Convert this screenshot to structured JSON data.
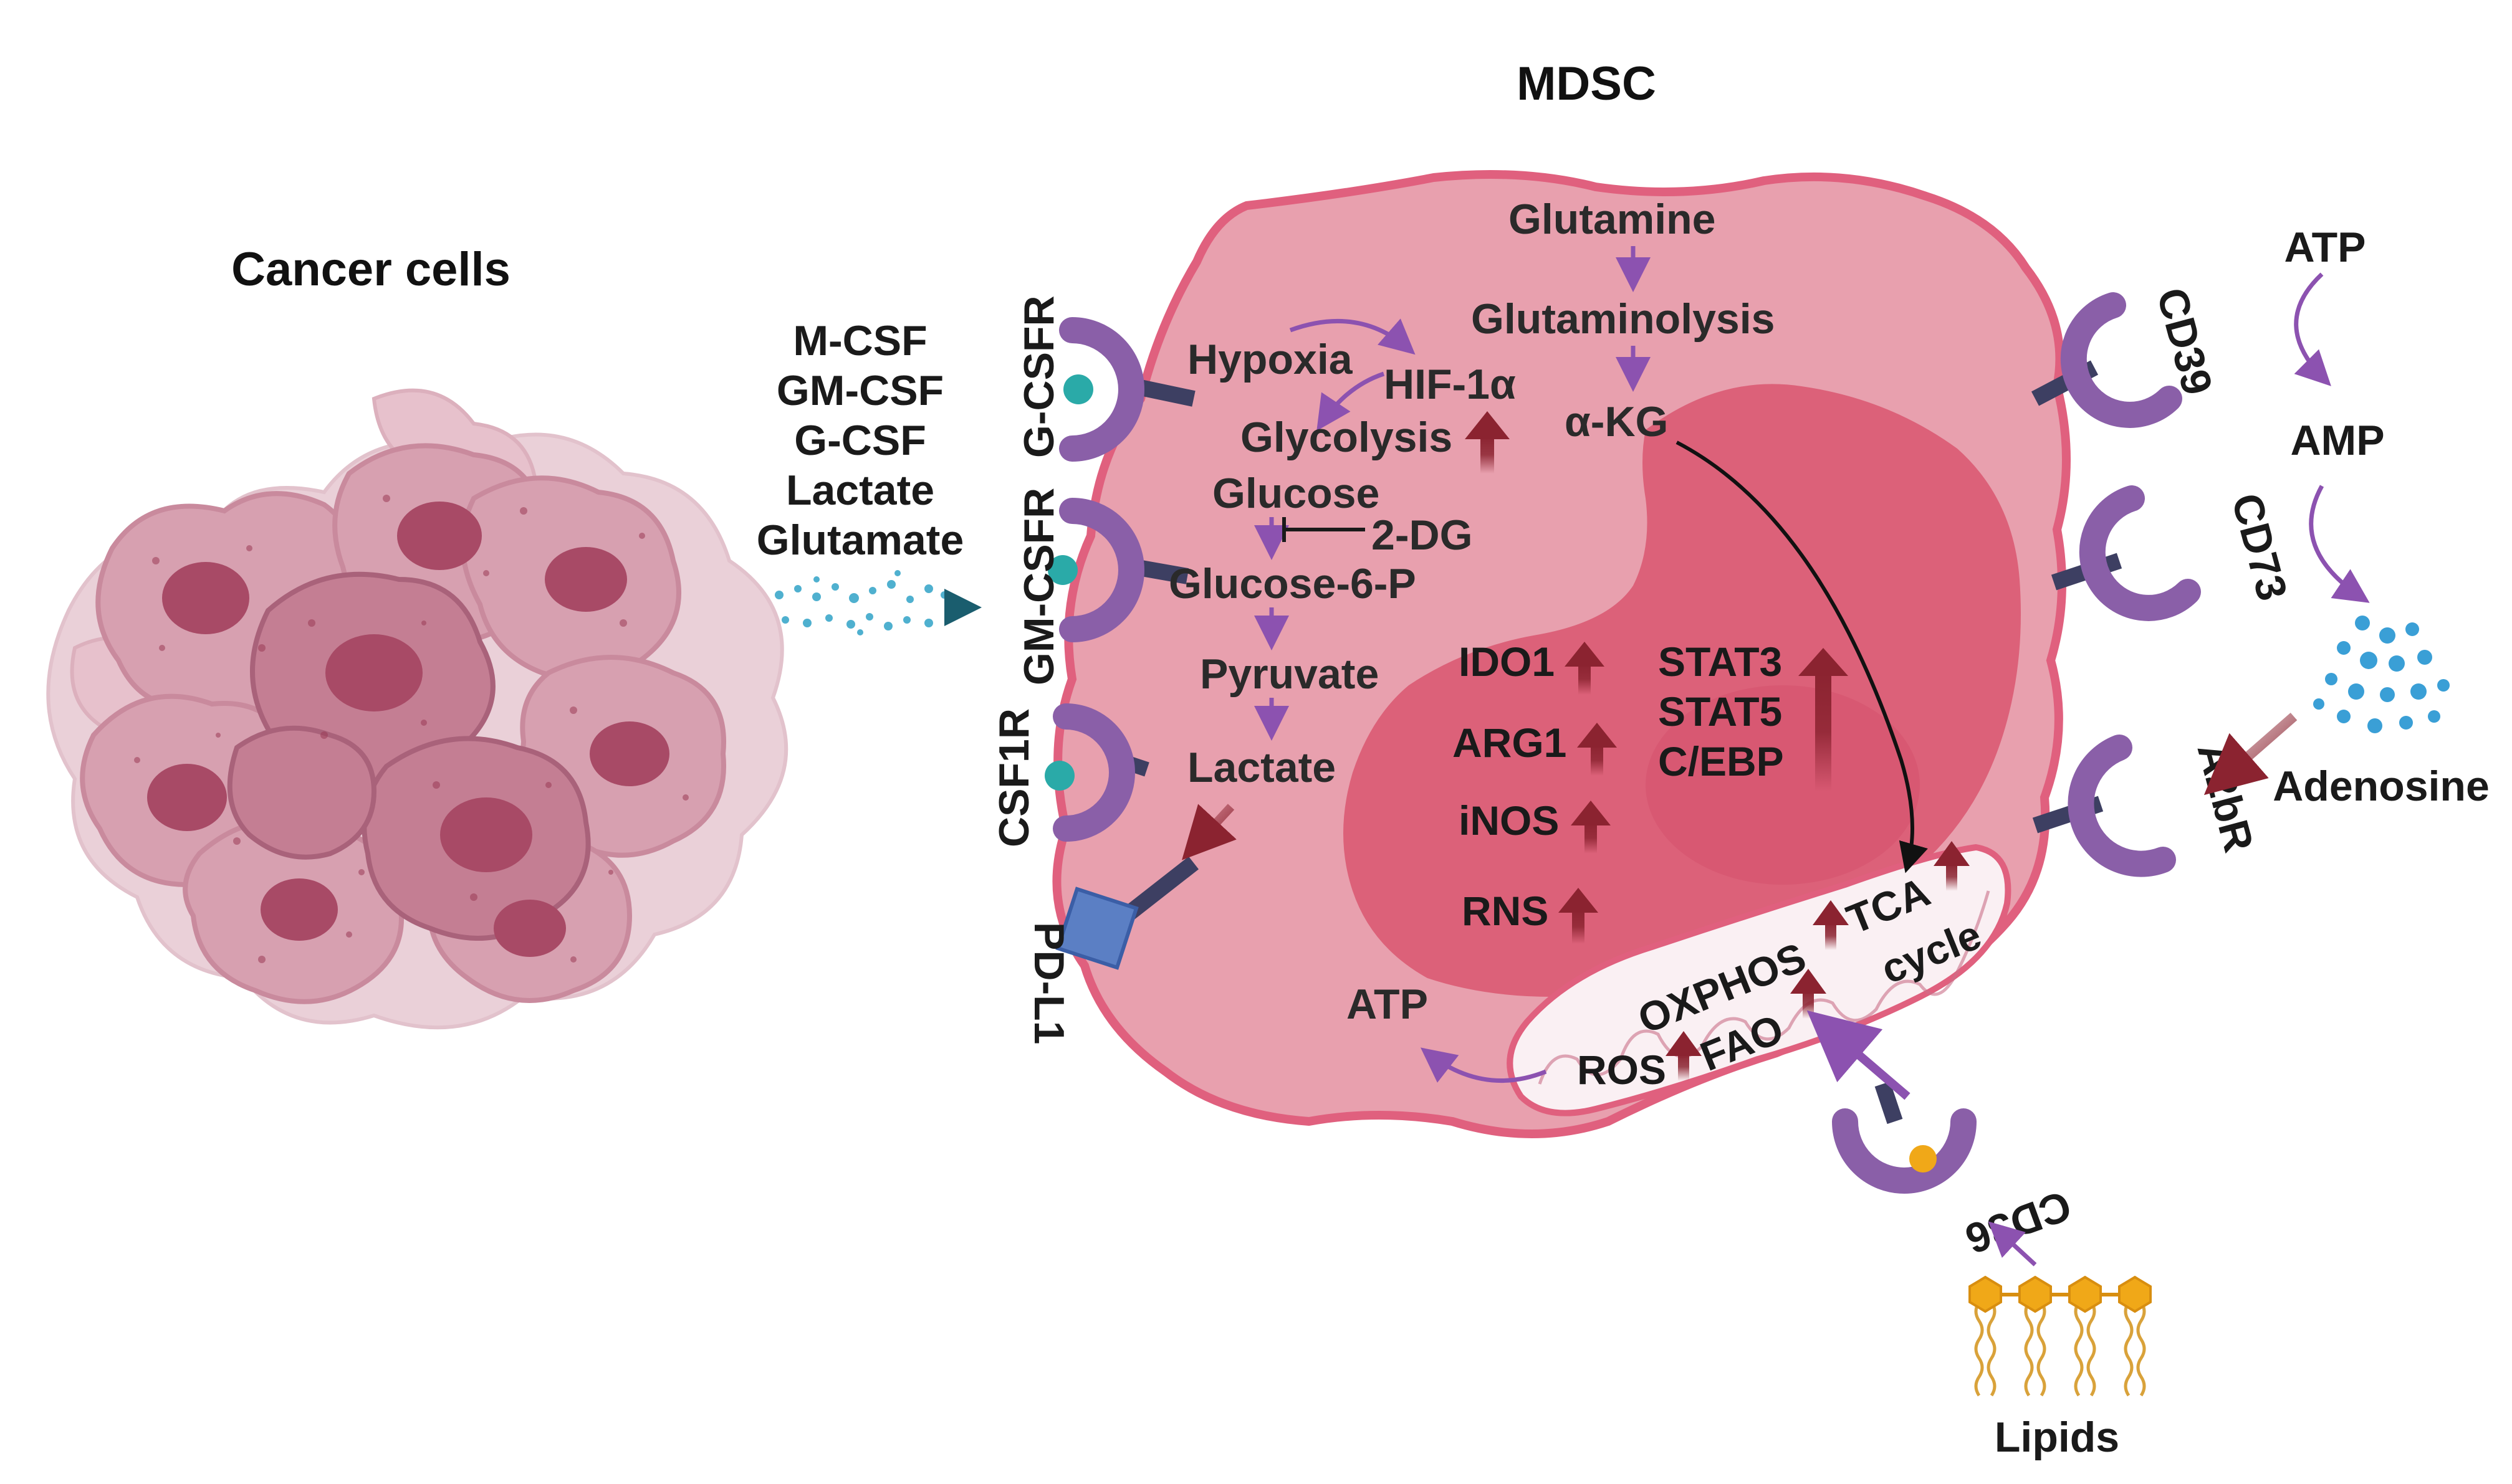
{
  "title": "MDSC",
  "cancer": {
    "label": "Cancer cells"
  },
  "secreted": [
    "M-CSF",
    "GM-CSF",
    "G-CSF",
    "Lactate",
    "Glutamate"
  ],
  "receptors": {
    "g_csfr": "G-CSFR",
    "gm_csfr": "GM-CSFR",
    "csf1r": "CSF1R",
    "pd_l1": "PD-L1",
    "cd39": "CD39",
    "cd73": "CD73",
    "a2br": "A2bR",
    "cd36": "CD36"
  },
  "cytoplasm": {
    "hypoxia": "Hypoxia",
    "hif1a": "HIF-1α",
    "glycolysis": "Glycolysis",
    "glucose": "Glucose",
    "two_dg": "2-DG",
    "glucose6p": "Glucose-6-P",
    "pyruvate": "Pyruvate",
    "lactate": "Lactate",
    "glutamine": "Glutamine",
    "glutaminolysis": "Glutaminolysis",
    "akg": "α-KG",
    "atp_inside": "ATP"
  },
  "nucleus": {
    "ido1": "IDO1",
    "arg1": "ARG1",
    "inos": "iNOS",
    "rns": "RNS",
    "stat3": "STAT3",
    "stat5": "STAT5",
    "cebp": "C/EBP"
  },
  "mitochondria": {
    "tca": "TCA",
    "cycle": "cycle",
    "oxphos": "OXPHOS",
    "fao": "FAO",
    "ros": "ROS"
  },
  "external": {
    "atp": "ATP",
    "amp": "AMP",
    "adenosine": "Adenosine",
    "lipids": "Lipids"
  },
  "colors": {
    "cell_membrane": "#e0607e",
    "cytoplasm": "#e8a0ae",
    "nucleus": "#dc6179",
    "receptor": "#8a5fa8",
    "stalk": "#3d3f62",
    "ligand": "#2aaaa8",
    "up_arrow": "#8b2330",
    "pathway_arrow": "#8c52b0",
    "pd_l1": "#5b7fc4",
    "lipid_head": "#f0a818"
  }
}
